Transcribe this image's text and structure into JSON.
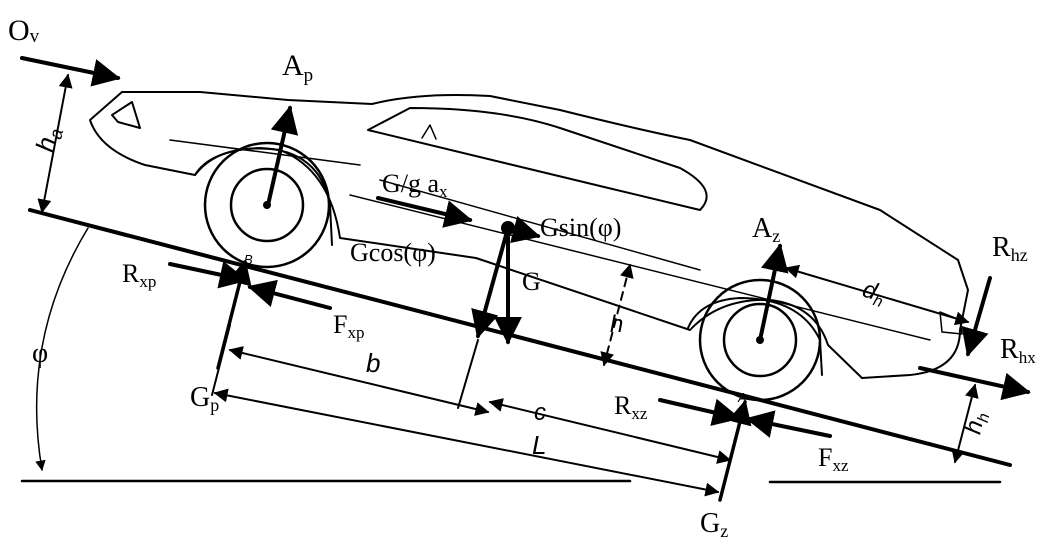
{
  "labels": {
    "Ov": "O",
    "Ov_sub": "v",
    "Ap": "A",
    "Ap_sub": "p",
    "ha": "h",
    "ha_sub": "a",
    "ggax": "G/g a",
    "ggax_sub": "x",
    "gsin": "Gsin(φ)",
    "gcos": "Gcos(φ)",
    "G": "G",
    "Rxp": "R",
    "Rxp_sub": "xp",
    "Fxp": "F",
    "Fxp_sub": "xp",
    "phi": "φ",
    "Gp": "G",
    "Gp_sub": "p",
    "b": "b",
    "h": "h",
    "Az": "A",
    "Az_sub": "z",
    "dh": "d",
    "dh_sub": "h",
    "Rhz": "R",
    "Rhz_sub": "hz",
    "Rhx": "R",
    "Rhx_sub": "hx",
    "c": "c",
    "Rxz": "R",
    "Rxz_sub": "xz",
    "L": "L",
    "Fxz": "F",
    "Fxz_sub": "xz",
    "hh": "h",
    "hh_sub": "h",
    "Gz": "G",
    "Gz_sub": "z",
    "B": "B",
    "A": "A"
  }
}
